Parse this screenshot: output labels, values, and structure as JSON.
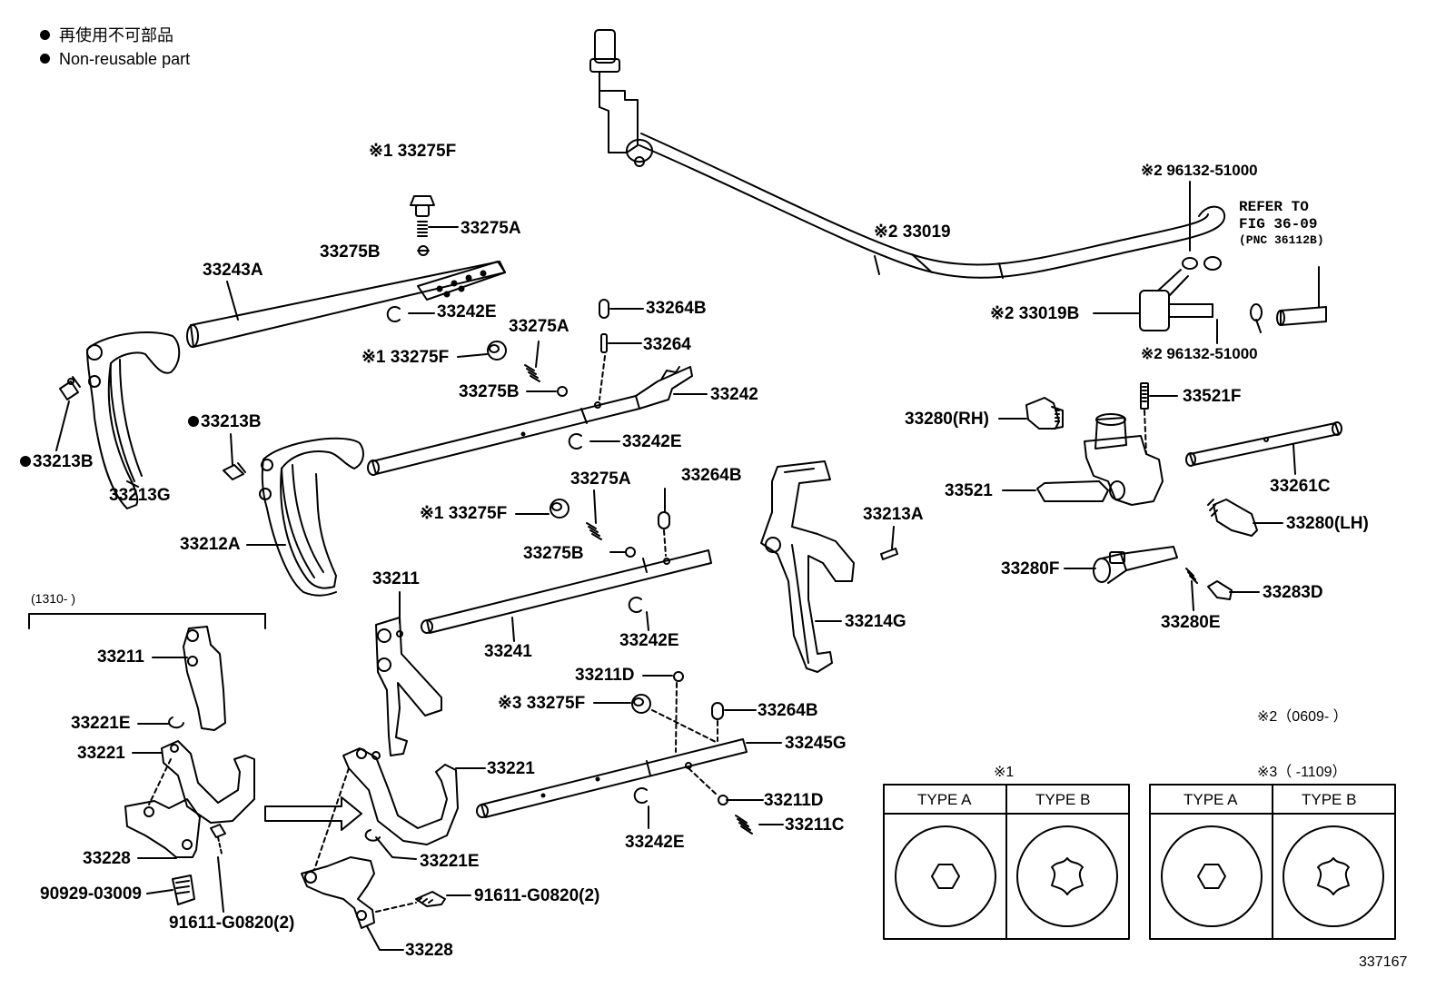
{
  "legend": {
    "jp": "再使用不可部品",
    "en": "Non-reusable part"
  },
  "notes": {
    "refer_line1": "REFER TO",
    "refer_line2": "FIG 36-09",
    "refer_line3": "(PNC 36112B)",
    "bracket_1310": "(1310-       )",
    "note2": "※2（0609-       ）",
    "note3": "※3（       -1109）",
    "note1": "※1",
    "fig_id": "337167"
  },
  "types": {
    "a": "TYPE A",
    "b": "TYPE B"
  },
  "parts": {
    "p33275F_top": "※1 33275F",
    "p33275A_top": "33275A",
    "p33275B_top": "33275B",
    "p33243A": "33243A",
    "p33242E_top": "33242E",
    "p33264B_1": "33264B",
    "p33275A_2": "33275A",
    "p33275F_2": "※1 33275F",
    "p33264": "33264",
    "p33275B_2": "33275B",
    "p33242": "33242",
    "p33213B_top": "33213B",
    "p33242E_2": "33242E",
    "p33213B_left": "33213B",
    "p33213G": "33213G",
    "p33264B_2": "33264B",
    "p33275A_3": "33275A",
    "p33275F_3": "※1 33275F",
    "p33275B_3": "33275B",
    "p33212A": "33212A",
    "p33211_mid": "33211",
    "p33241": "33241",
    "p33242E_3": "33242E",
    "p33211D_top": "33211D",
    "p33275F_4": "※3 33275F",
    "p33264B_3": "33264B",
    "p33245G": "33245G",
    "p33221_mid": "33221",
    "p33211D_bot": "33211D",
    "p33211C": "33211C",
    "p33242E_4": "33242E",
    "p33221E_mid": "33221E",
    "p91611_mid": "91611-G0820(2)",
    "p33228_mid": "33228",
    "p33211_left": "33211",
    "p33221E_left": "33221E",
    "p33221_left": "33221",
    "p33228_left": "33228",
    "p90929": "90929-03009",
    "p91611_left": "91611-G0820(2)",
    "p33019": "※2 33019",
    "p96132_top": "※2 96132-51000",
    "p33019B": "※2 33019B",
    "p96132_bot": "※2 96132-51000",
    "p33521F": "33521F",
    "p33280RH": "33280(RH)",
    "p33521": "33521",
    "p33261C": "33261C",
    "p33280LH": "33280(LH)",
    "p33213A": "33213A",
    "p33214G": "33214G",
    "p33280F": "33280F",
    "p33283D": "33283D",
    "p33280E": "33280E"
  }
}
